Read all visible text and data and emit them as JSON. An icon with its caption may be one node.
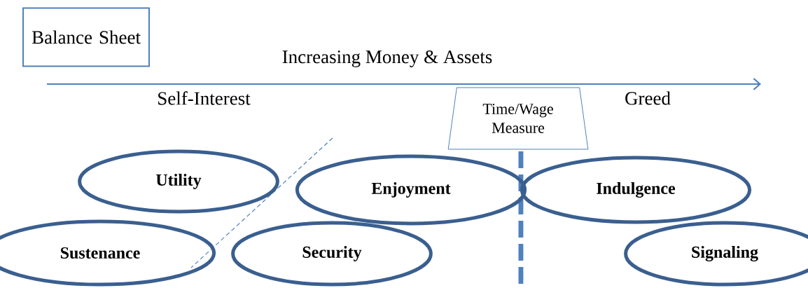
{
  "diagram": {
    "nodes": [
      {
        "text": [
          "Balance Sheet"
        ]
      },
      {
        "text": [
          "Time/Wage Measure"
        ]
      },
      {
        "text": [
          "Utility"
        ]
      },
      {
        "text": [
          "Enjoyment"
        ]
      },
      {
        "text": [
          "Indulgence"
        ]
      },
      {
        "text": [
          "Sustenance"
        ]
      },
      {
        "text": [
          "Security"
        ]
      },
      {
        "text": [
          "Signaling"
        ]
      }
    ],
    "labels": [
      "Increasing Money & Assets",
      "Self-Interest",
      "Greed"
    ]
  }
}
